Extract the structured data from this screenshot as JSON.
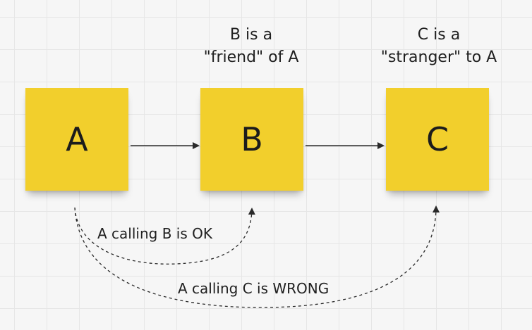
{
  "notes": {
    "a": {
      "label": "A",
      "color": "#f2cf2c"
    },
    "b": {
      "label": "B",
      "color": "#f2cf2c"
    },
    "c": {
      "label": "C",
      "color": "#f2cf2c"
    }
  },
  "headings": {
    "b_line1": "B is a",
    "b_line2": "\"friend\" of A",
    "c_line1": "C is a",
    "c_line2": "\"stranger\" to A"
  },
  "arcs": {
    "ok_label": "A calling B is OK",
    "wrong_label": "A calling C is WRONG"
  }
}
